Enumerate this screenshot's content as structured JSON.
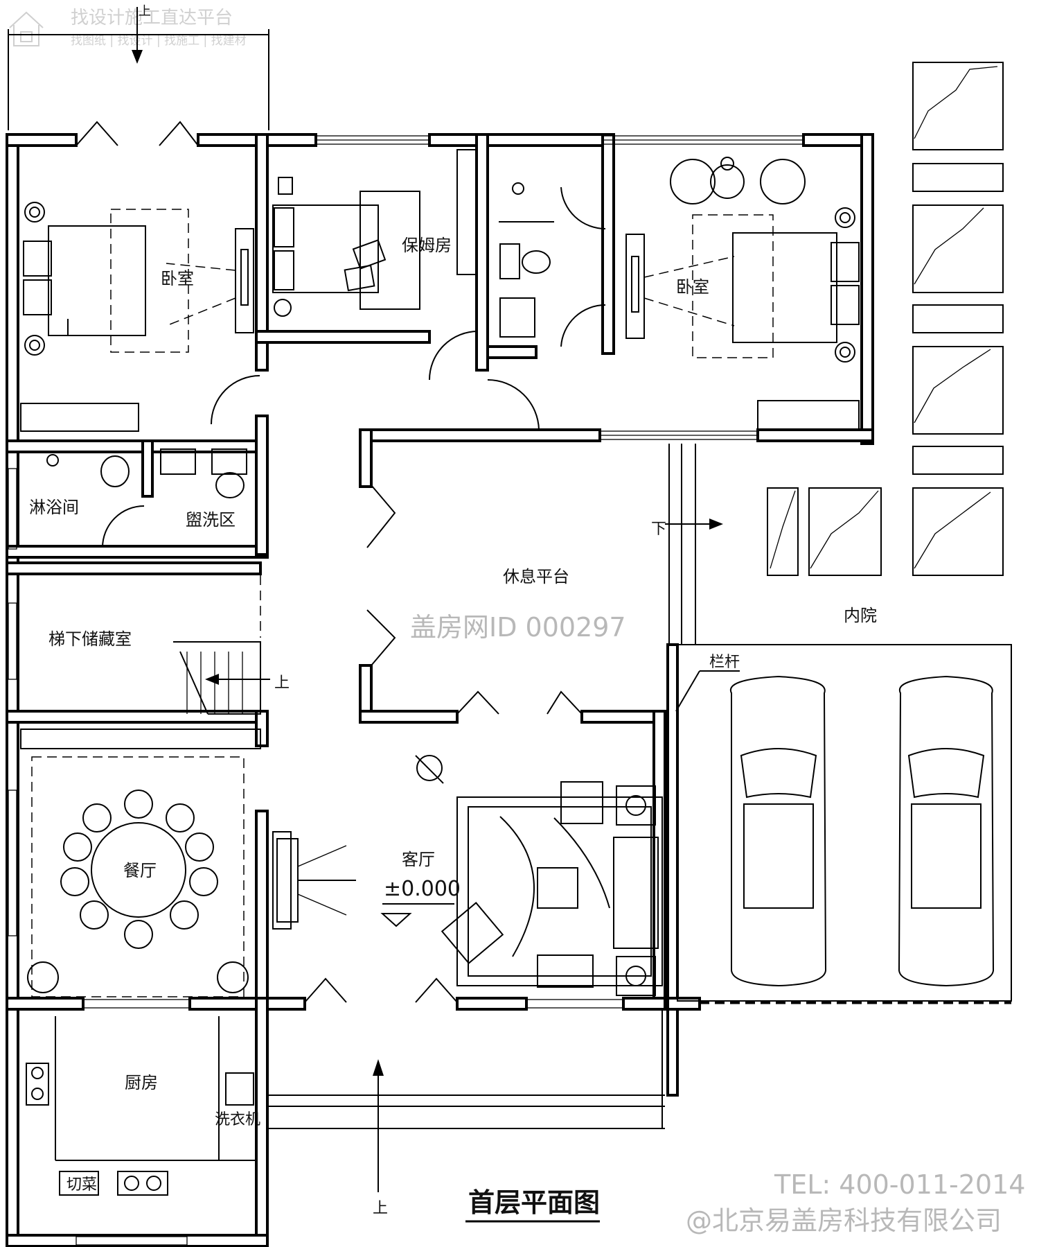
{
  "header": {
    "logo_title": "找设计施工直达平台",
    "logo_links": "找图纸 | 找设计 | 找施工 | 找建材"
  },
  "title": "首层平面图",
  "watermark": "盖房网ID 000297",
  "footer": {
    "tel": "TEL: 400-011-2014",
    "company": "@北京易盖房科技有限公司"
  },
  "rooms": {
    "bedroom_left": "卧室",
    "nanny_room": "保姆房",
    "bedroom_right": "卧室",
    "shower": "淋浴间",
    "wash_area": "盥洗区",
    "storage": "梯下储藏室",
    "rest_platform": "休息平台",
    "inner_courtyard": "内院",
    "dining": "餐厅",
    "living": "客厅",
    "kitchen": "厨房",
    "washer": "洗衣机",
    "chop": "切菜"
  },
  "annotations": {
    "elevation": "±0.000",
    "up_top": "上",
    "up_stair": "上",
    "up_bottom": "上",
    "down": "下",
    "railing": "栏杆"
  },
  "colors": {
    "line": "#000000",
    "background": "#ffffff",
    "watermark": "#b8b8b8"
  }
}
